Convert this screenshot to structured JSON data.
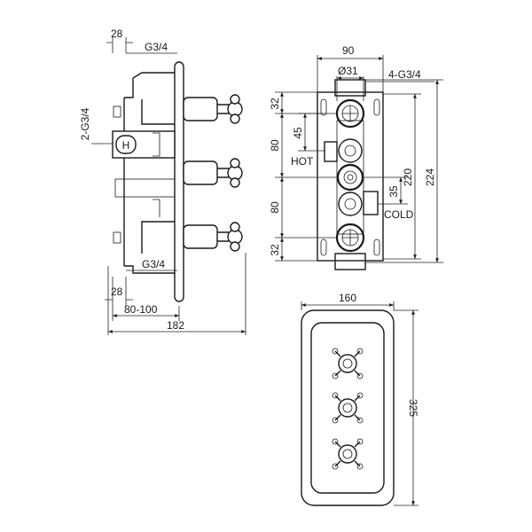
{
  "side_view": {
    "dim_top_28": "28",
    "dim_top_g34": "G3/4",
    "dim_left_2g34": "2-G3/4",
    "dim_bottom_g34": "G3/4",
    "dim_bottom_28": "28",
    "dim_80_100": "80-100",
    "dim_182": "182",
    "h_badge": "H"
  },
  "front_view": {
    "dim_90": "90",
    "dim_dia31": "Ø31",
    "dim_4g34": "4-G3/4",
    "dim_32_top": "32",
    "dim_45": "45",
    "dim_80_a": "80",
    "dim_80_b": "80",
    "dim_32_bottom": "32",
    "dim_35": "35",
    "dim_220": "220",
    "dim_224": "224",
    "label_hot": "HOT",
    "label_cold": "COLD"
  },
  "faceplate_view": {
    "dim_160": "160",
    "dim_325": "325"
  },
  "colors": {
    "line": "#1a1a1a",
    "background": "#ffffff"
  }
}
